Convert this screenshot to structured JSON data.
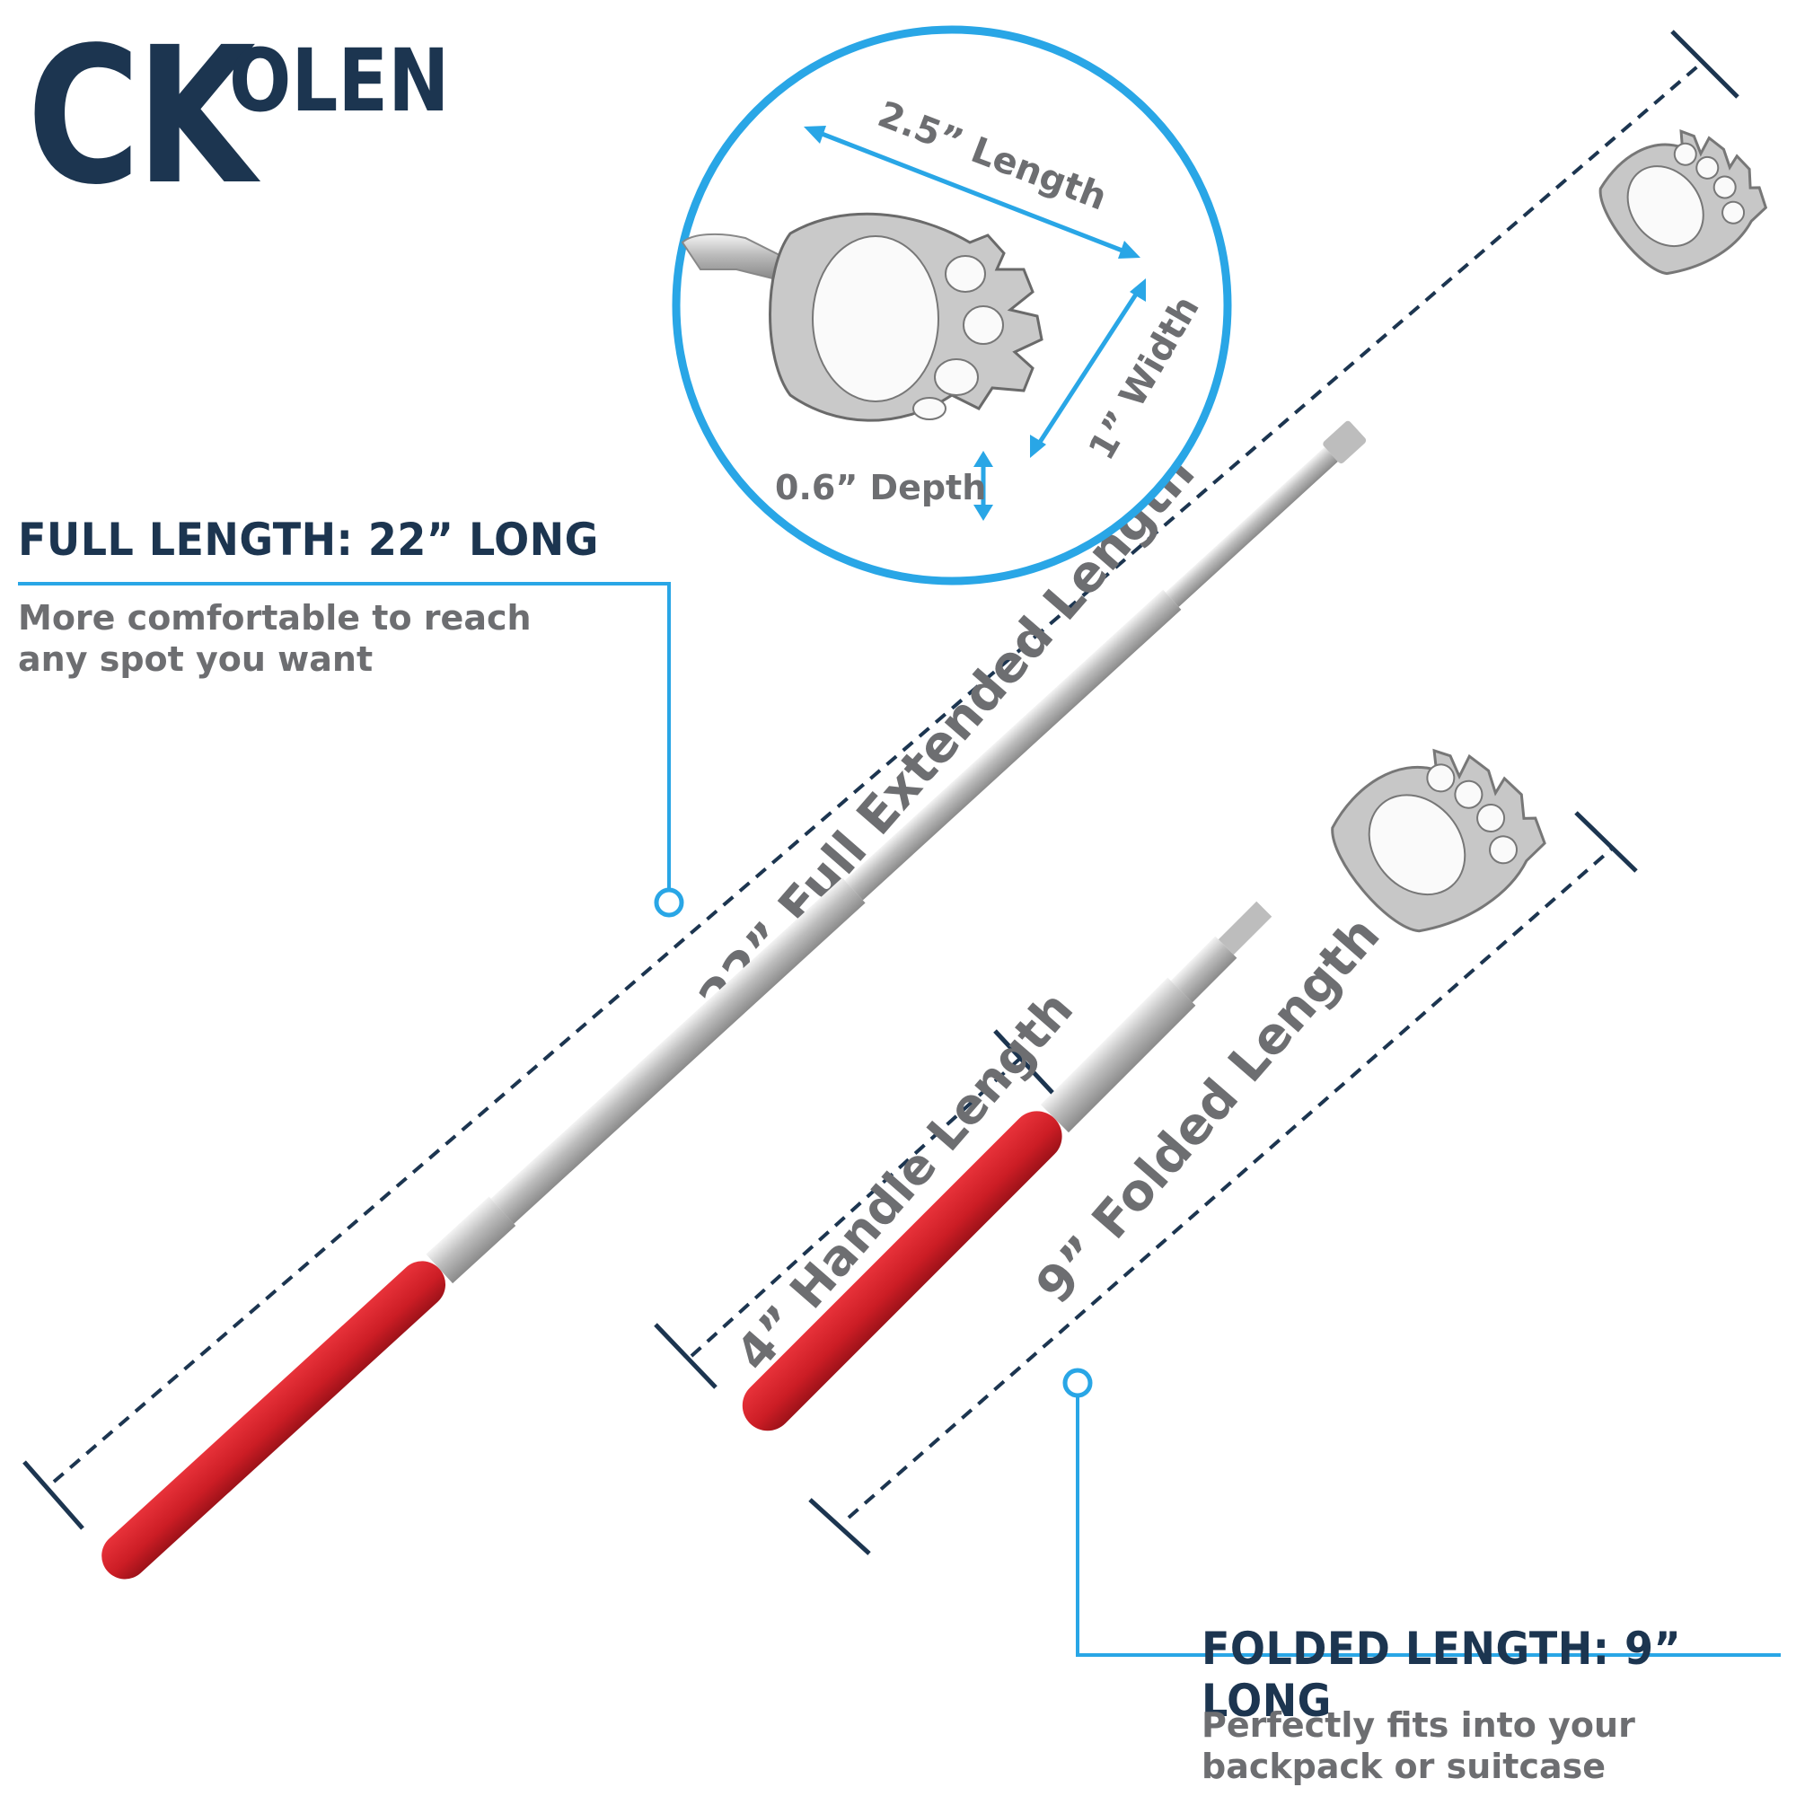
{
  "logo": {
    "main": "CK",
    "secondary": "OLEN"
  },
  "full": {
    "heading": "FULL LENGTH: 22” LONG",
    "description": "More comfortable to reach any spot you want"
  },
  "folded": {
    "heading": "FOLDED LENGTH: 9” LONG",
    "description": "Perfectly fits into your backpack or suitcase"
  },
  "dimensions": {
    "full_extended": "22” Full Extended Length",
    "folded_length": "9” Folded Length",
    "handle_length": "4” Handle Length",
    "claw_length": "2.5” Length",
    "claw_width": "1” Width",
    "claw_depth": "0.6” Depth"
  },
  "colors": {
    "navy": "#1c3550",
    "accent_blue": "#29a6e6",
    "handle_red": "#d8232a",
    "text_gray": "#6d6e71"
  }
}
